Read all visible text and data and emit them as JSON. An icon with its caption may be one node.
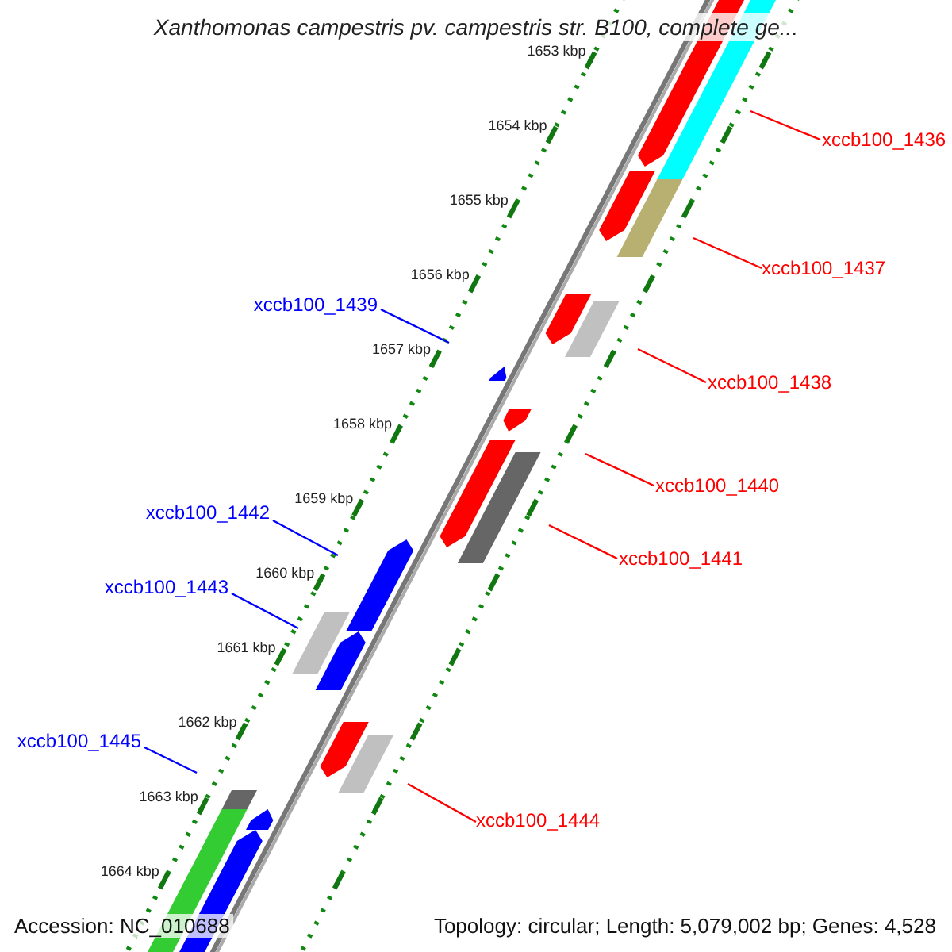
{
  "diagram": {
    "title": "Xanthomonas campestris pv. campestris str. B100, complete ge...",
    "nodes": [
      {
        "text": [
          "xccb100_1436"
        ]
      },
      {
        "text": [
          "xccb100_1437"
        ]
      },
      {
        "text": [
          "xccb100_1439"
        ]
      },
      {
        "text": [
          "xccb100_1438"
        ]
      },
      {
        "text": [
          "xccb100_1440"
        ]
      },
      {
        "text": [
          "xccb100_1442"
        ]
      },
      {
        "text": [
          "xccb100_1441"
        ]
      },
      {
        "text": [
          "xccb100_1443"
        ]
      },
      {
        "text": [
          "xccb100_1445"
        ]
      },
      {
        "text": [
          "xccb100_1444"
        ]
      }
    ],
    "edges": [
      {
        "from": 0,
        "to": null,
        "arrow": "none"
      },
      {
        "from": 1,
        "to": null,
        "arrow": "none"
      },
      {
        "from": 2,
        "to": null,
        "arrow": "none",
        "color": "#0000ff"
      },
      {
        "from": 3,
        "to": null,
        "arrow": "none"
      },
      {
        "from": 4,
        "to": null,
        "arrow": "none"
      },
      {
        "from": 5,
        "to": null,
        "arrow": "none",
        "color": "#0000ff"
      },
      {
        "from": 6,
        "to": null,
        "arrow": "none"
      },
      {
        "from": 7,
        "to": null,
        "arrow": "none",
        "color": "#0000ff"
      },
      {
        "from": 8,
        "to": null,
        "arrow": "none",
        "color": "#0000ff"
      },
      {
        "from": 9,
        "to": null,
        "arrow": "none"
      }
    ],
    "labels": [
      "1653 kbp",
      "1654 kbp",
      "1655 kbp",
      "1656 kbp",
      "1657 kbp",
      "1658 kbp",
      "1659 kbp",
      "1660 kbp",
      "1661 kbp",
      "1662 kbp",
      "1663 kbp",
      "1664 kbp",
      "Accession: NC_010688",
      "Topology: circular; Length: 5,079,002 bp; Genes: 4,528"
    ]
  }
}
